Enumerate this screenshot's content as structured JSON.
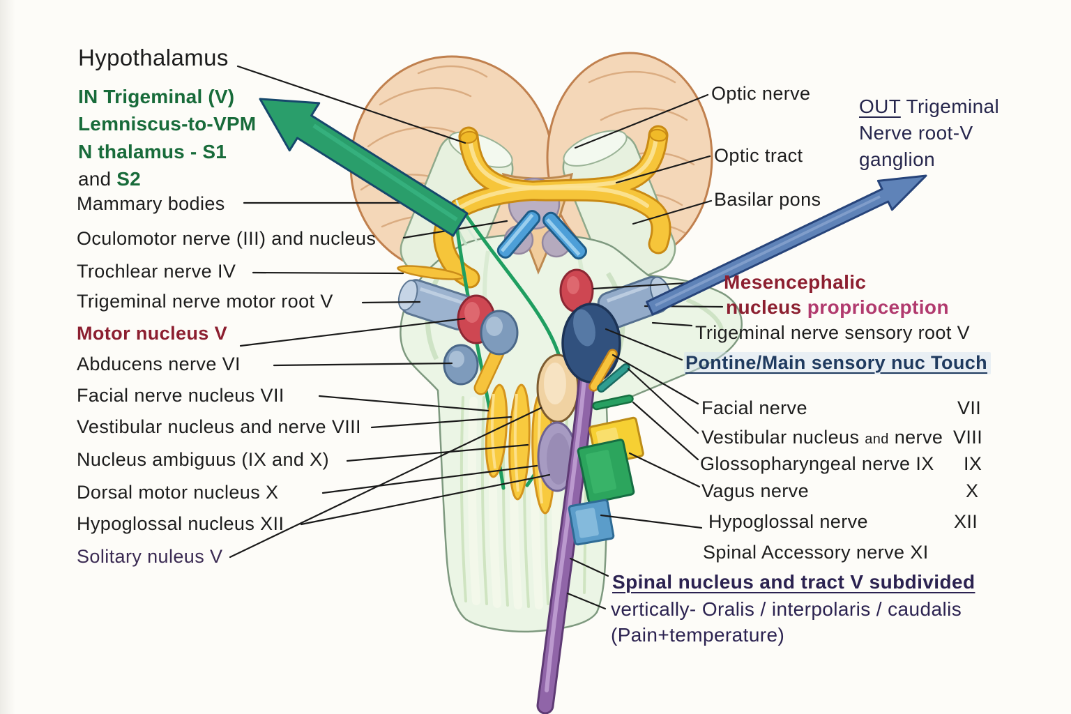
{
  "colors": {
    "label_black": "#1c1c1c",
    "label_green": "#186b3a",
    "label_dark_red": "#8c1f30",
    "label_magenta": "#b13a6e",
    "label_navy": "#26264c",
    "label_purple": "#3a2a52",
    "arrow_in_green": "#2a9e6b",
    "arrow_out_blue": "#5f83b8",
    "thalamus_peach": "#f4d7b8",
    "optic_yellow": "#f6c53a",
    "brainstem_green": "#ebf5e5",
    "nucleus_red": "#ce4752",
    "sensory_nucleus_navy": "#31517e",
    "spinal_tract_purple": "#9065a8",
    "nucleus_lavender": "#a79bc2",
    "nucleus_cream": "#f0d2a2",
    "nucleus_yellow": "#f8ca3e",
    "oculomotor_nerve_blue": "#4d9fd8",
    "root_steel_blue": "#9cb3cf",
    "box_green": "#2ca55d",
    "box_blue": "#5b9dca",
    "rod_teal": "#2f9d90"
  },
  "labels": {
    "hypothalamus": "Hypothalamus",
    "in_pathway_line1": "IN Trigeminal (V)",
    "in_pathway_line2": "Lemniscus-to-VPM",
    "in_pathway_line3": "N thalamus - S1",
    "in_pathway_line4_prefix": "and ",
    "in_pathway_line4_suffix": "S2",
    "mammary_bodies": "Mammary bodies",
    "oculomotor": "Oculomotor nerve (III) and nucleus",
    "trochlear": "Trochlear nerve IV",
    "trigeminal_motor_root": "Trigeminal nerve motor root V",
    "motor_nucleus_v": "Motor nucleus V",
    "abducens": "Abducens nerve VI",
    "facial_nucleus": "Facial nerve nucleus VII",
    "vestibular_left": "Vestibular nucleus and nerve VIII",
    "nucleus_ambiguus": "Nucleus ambiguus (IX and X)",
    "dorsal_motor_nucleus": "Dorsal motor nucleus X",
    "hypoglossal_nucleus": "Hypoglossal nucleus XII",
    "solitary_nucleus": "Solitary nuleus V",
    "optic_nerve": "Optic nerve",
    "optic_tract": "Optic tract",
    "basilar_pons": "Basilar pons",
    "out_line1_underlined": "OUT",
    "out_line1_rest": " Trigeminal",
    "out_line2": "Nerve root-V",
    "out_line3": "ganglion",
    "mesencephalic_line1": "Mesencephalic",
    "mesencephalic_line2_dark": "nucleus ",
    "mesencephalic_line2_pink": "proprioception",
    "trigeminal_sensory_root": "Trigeminal nerve sensory root V",
    "pontine_sensory": "Pontine/Main sensory nuc Touch",
    "facial_nerve": "Facial nerve",
    "vestibular_right_part1": "Vestibular nucleus ",
    "vestibular_right_and": "and",
    "vestibular_right_part2": " nerve",
    "glossopharyngeal": "Glossopharyngeal nerve IX",
    "vagus": "Vagus nerve",
    "hypoglossal_nerve": "Hypoglossal nerve",
    "spinal_accessory": "Spinal Accessory nerve XI",
    "spinal_trigeminal_line1": "Spinal nucleus and tract V subdivided",
    "spinal_trigeminal_line2": "vertically- Oralis / interpolaris / caudalis",
    "spinal_trigeminal_line3": "(Pain+temperature)"
  },
  "numerals": {
    "facial": "VII",
    "vestibular": "VIII",
    "glossopharyngeal": "IX",
    "vagus": "X",
    "hypoglossal": "XII"
  }
}
